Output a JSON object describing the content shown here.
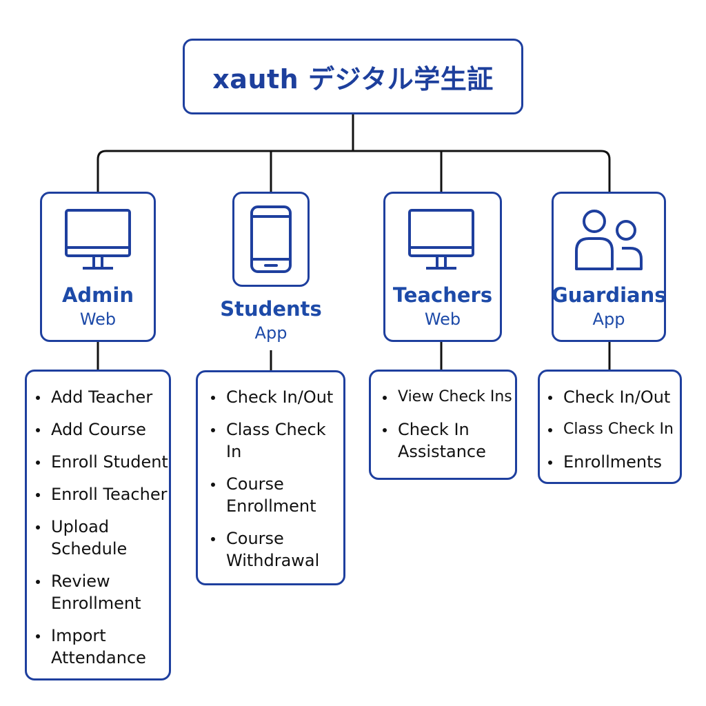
{
  "title": "xauth デジタル学生証",
  "colors": {
    "accent": "#1e3f9e",
    "connector": "#111111"
  },
  "clients": [
    {
      "name": "Admin",
      "platform": "Web",
      "icon": "monitor-icon",
      "features": [
        "Add Teacher",
        "Add Course",
        "Enroll Student",
        "Enroll Teacher",
        "Upload Schedule",
        "Review Enrollment",
        "Import Attendance"
      ]
    },
    {
      "name": "Students",
      "platform": "App",
      "icon": "smartphone-icon",
      "features": [
        "Check In/Out",
        "Class Check In",
        "Course Enrollment",
        "Course Withdrawal"
      ]
    },
    {
      "name": "Teachers",
      "platform": "Web",
      "icon": "monitor-icon",
      "features": [
        "View Check Ins",
        "Check In Assistance"
      ]
    },
    {
      "name": "Guardians",
      "platform": "App",
      "icon": "users-icon",
      "features": [
        "Check In/Out",
        "Class Check In",
        "Enrollments"
      ]
    }
  ]
}
